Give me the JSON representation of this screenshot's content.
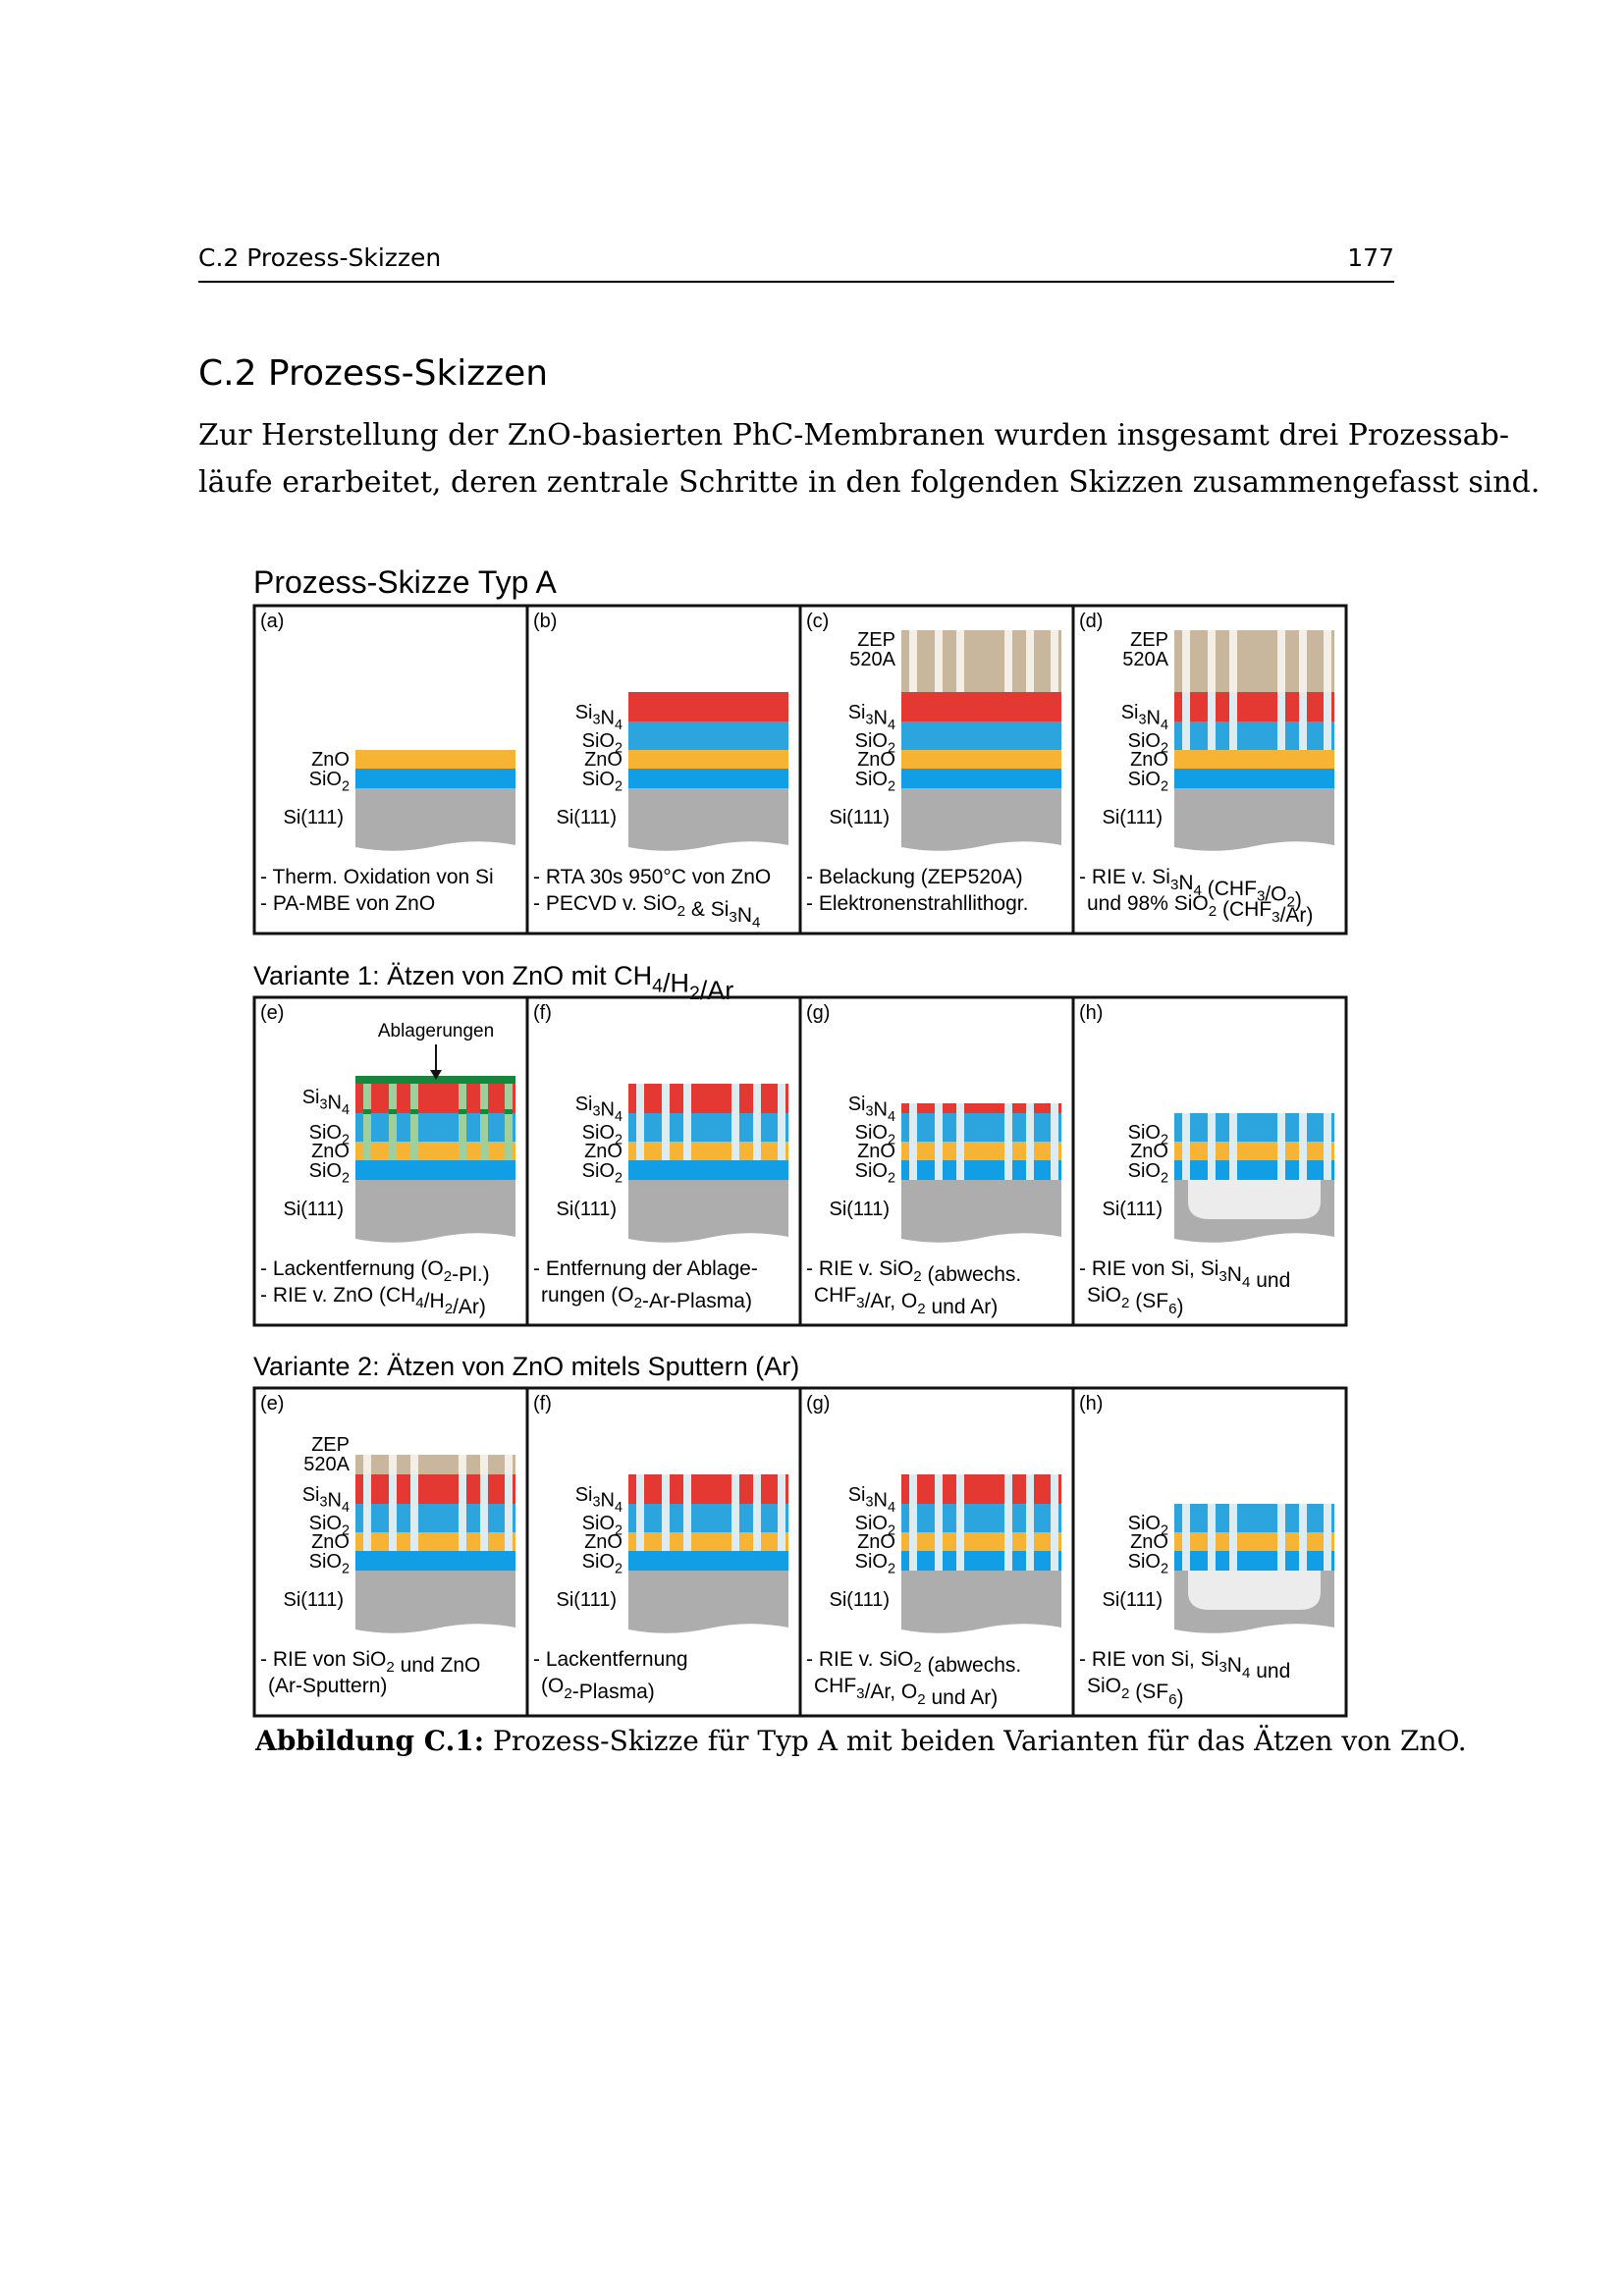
{
  "header": {
    "section": "C.2  Prozess-Skizzen",
    "page_number": "177"
  },
  "section_title": "C.2  Prozess-Skizzen",
  "intro_lines": [
    "Zur Herstellung der ZnO-basierten PhC-Membranen wurden insgesamt drei Prozessab-",
    "läufe erarbeitet, deren zentrale Schritte in den folgenden Skizzen zusammengefasst sind."
  ],
  "colors": {
    "si": "#adadad",
    "cavity": "#ececec",
    "sio2_bottom": "#129ee4",
    "zno": "#f7b334",
    "sio2_top": "#2ca4de",
    "si3n4": "#e43932",
    "zep": "#c8b79c",
    "deposit": "#15873d",
    "hole": "#dcecf0"
  },
  "figure": {
    "title": "Prozess-Skizze Typ A",
    "caption_label": "Abbildung C.1:",
    "caption_text": " Prozess-Skizze für Typ A mit beiden Varianten für das Ätzen von ZnO.",
    "rows": [
      {
        "heading": "",
        "panels": [
          {
            "label": "(a)",
            "layers": [
              "sio2",
              "zno"
            ],
            "annotations": [],
            "notes": [
              [
                "- Therm. Oxidation von Si"
              ],
              [
                "- PA-MBE von ZnO"
              ]
            ]
          },
          {
            "label": "(b)",
            "layers": [
              "sio2",
              "zno",
              "sio2t",
              "si3n4"
            ],
            "annotations": [],
            "notes": [
              [
                "- RTA 30s 950°C von ZnO"
              ],
              [
                "- PECVD v. SiO",
                [
                  "2"
                ],
                " & Si",
                [
                  "3"
                ],
                "N",
                [
                  "4"
                ]
              ]
            ]
          },
          {
            "label": "(c)",
            "layers": [
              "sio2",
              "zno",
              "sio2t",
              "si3n4",
              "zep"
            ],
            "zep_holes": true,
            "annotations": [],
            "notes": [
              [
                "- Belackung (ZEP520A)"
              ],
              [
                "- Elektronenstrahllithogr."
              ]
            ]
          },
          {
            "label": "(d)",
            "layers": [
              "sio2",
              "zno",
              "sio2t",
              "si3n4",
              "zep"
            ],
            "zep_holes": true,
            "hole_layers": [
              "si3n4",
              "sio2t"
            ],
            "annotations": [],
            "notes": [
              [
                "- RIE v. Si",
                [
                  "3"
                ],
                "N",
                [
                  "4"
                ],
                " (CHF",
                [
                  "3"
                ],
                "/O",
                [
                  "2"
                ],
                ")"
              ],
              [
                "und 98% SiO",
                [
                  "2"
                ],
                " (CHF",
                [
                  "3"
                ],
                "/Ar)"
              ]
            ]
          }
        ]
      },
      {
        "heading": [
          "Variante 1: Ätzen von ZnO mit CH",
          [
            "4"
          ],
          "/H",
          [
            "2"
          ],
          "/Ar"
        ],
        "panels": [
          {
            "label": "(e)",
            "layers": [
              "sio2",
              "zno",
              "sio2t",
              "si3n4",
              "deposit"
            ],
            "hole_layers": [
              "si3n4",
              "sio2t",
              "zno"
            ],
            "hole_tint": "#9fcf9a",
            "annotations": [
              "Ablagerungen"
            ],
            "notes": [
              [
                "- Lackentfernung (O",
                [
                  "2"
                ],
                "-Pl.)"
              ],
              [
                "- RIE v. ZnO (CH",
                [
                  "4"
                ],
                "/H",
                [
                  "2"
                ],
                "/Ar)"
              ]
            ]
          },
          {
            "label": "(f)",
            "layers": [
              "sio2",
              "zno",
              "sio2t",
              "si3n4"
            ],
            "hole_layers": [
              "si3n4",
              "sio2t",
              "zno"
            ],
            "annotations": [],
            "notes": [
              [
                "- Entfernung der Ablage-"
              ],
              [
                "rungen (O",
                [
                  "2"
                ],
                "-Ar-Plasma)"
              ]
            ]
          },
          {
            "label": "(g)",
            "layers": [
              "sio2",
              "zno",
              "sio2t",
              "si3n4thin"
            ],
            "hole_layers": [
              "si3n4thin",
              "sio2t",
              "zno",
              "sio2"
            ],
            "annotations": [],
            "notes": [
              [
                "- RIE v. SiO",
                [
                  "2"
                ],
                " (abwechs."
              ],
              [
                "CHF",
                [
                  "3"
                ],
                "/Ar, O",
                [
                  "2"
                ],
                " und Ar)"
              ]
            ]
          },
          {
            "label": "(h)",
            "layers": [
              "sio2",
              "zno",
              "sio2t"
            ],
            "hole_layers": [
              "sio2t",
              "zno",
              "sio2"
            ],
            "cavity": true,
            "annotations": [],
            "notes": [
              [
                "- RIE von Si, Si",
                [
                  "3"
                ],
                "N",
                [
                  "4"
                ],
                " und"
              ],
              [
                "SiO",
                [
                  "2"
                ],
                " (SF",
                [
                  "6"
                ],
                ")"
              ]
            ]
          }
        ]
      },
      {
        "heading": [
          "Variante 2: Ätzen von ZnO mitels Sputtern (Ar)"
        ],
        "panels": [
          {
            "label": "(e)",
            "layers": [
              "sio2",
              "zno",
              "sio2t",
              "si3n4",
              "zepthin"
            ],
            "zep_holes": true,
            "hole_layers": [
              "si3n4",
              "sio2t",
              "zno"
            ],
            "annotations": [],
            "notes": [
              [
                "- RIE von SiO",
                [
                  "2"
                ],
                " und ZnO"
              ],
              [
                "(Ar-Sputtern)"
              ]
            ]
          },
          {
            "label": "(f)",
            "layers": [
              "sio2",
              "zno",
              "sio2t",
              "si3n4"
            ],
            "hole_layers": [
              "si3n4",
              "sio2t",
              "zno"
            ],
            "annotations": [],
            "notes": [
              [
                "- Lackentfernung"
              ],
              [
                "(O",
                [
                  "2"
                ],
                "-Plasma)"
              ]
            ]
          },
          {
            "label": "(g)",
            "layers": [
              "sio2",
              "zno",
              "sio2t",
              "si3n4"
            ],
            "hole_layers": [
              "si3n4",
              "sio2t",
              "zno",
              "sio2"
            ],
            "annotations": [],
            "notes": [
              [
                "- RIE v. SiO",
                [
                  "2"
                ],
                " (abwechs."
              ],
              [
                "CHF",
                [
                  "3"
                ],
                "/Ar, O",
                [
                  "2"
                ],
                " und Ar)"
              ]
            ]
          },
          {
            "label": "(h)",
            "layers": [
              "sio2",
              "zno",
              "sio2t"
            ],
            "hole_layers": [
              "sio2t",
              "zno",
              "sio2"
            ],
            "cavity": true,
            "annotations": [],
            "notes": [
              [
                "- RIE von Si, Si",
                [
                  "3"
                ],
                "N",
                [
                  "4"
                ],
                " und"
              ],
              [
                "SiO",
                [
                  "2"
                ],
                " (SF",
                [
                  "6"
                ],
                ")"
              ]
            ]
          }
        ]
      }
    ],
    "layer_labels": {
      "si": "Si(111)",
      "sio2": [
        "SiO",
        [
          "2"
        ]
      ],
      "zno": "ZnO",
      "sio2t": [
        "SiO",
        [
          "2"
        ]
      ],
      "si3n4": [
        "Si",
        [
          "3"
        ],
        "N",
        [
          "4"
        ]
      ],
      "si3n4thin": [
        "Si",
        [
          "3"
        ],
        "N",
        [
          "4"
        ]
      ],
      "zep": [
        "ZEP",
        "520A"
      ],
      "zepthin": [
        "ZEP",
        "520A"
      ]
    }
  }
}
